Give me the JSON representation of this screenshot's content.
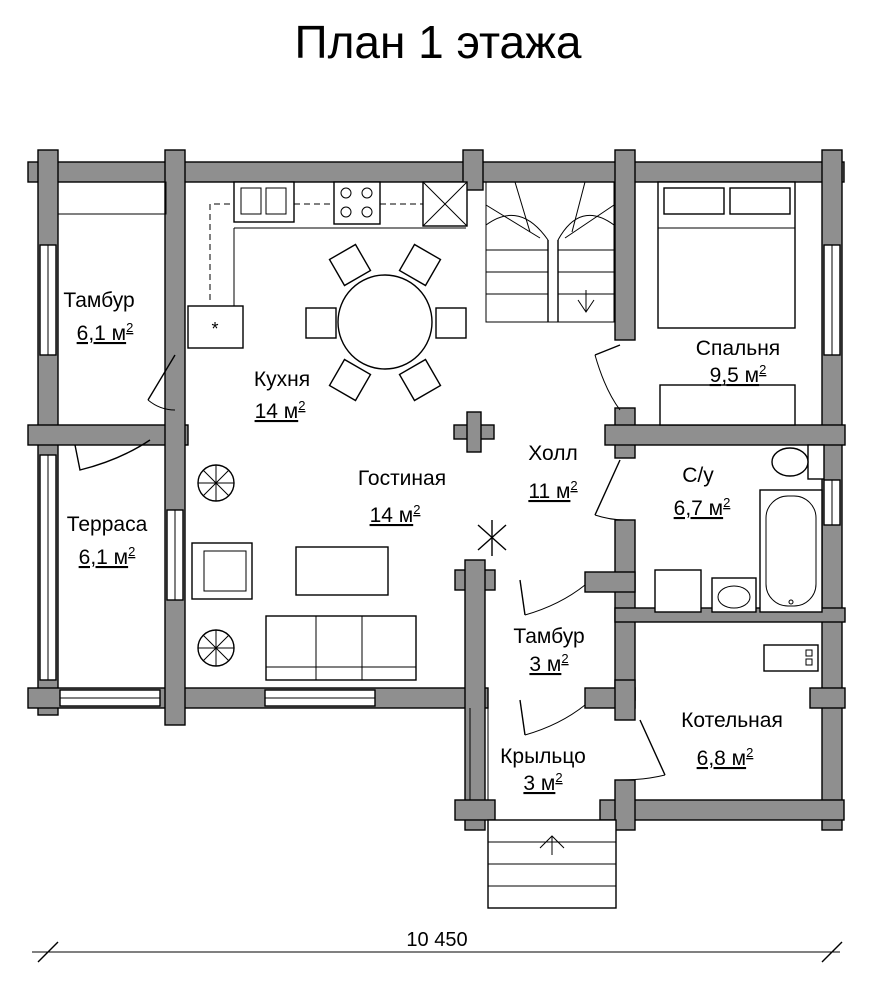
{
  "title": "План 1 этажа",
  "rooms": [
    {
      "name": "Тамбур",
      "area": "6,1 м",
      "sup": "2"
    },
    {
      "name": "Кухня",
      "area": "14 м",
      "sup": "2"
    },
    {
      "name": "Гостиная",
      "area": "14 м",
      "sup": "2"
    },
    {
      "name": "Холл",
      "area": "11 м",
      "sup": "2"
    },
    {
      "name": "Спальня",
      "area": "9,5 м",
      "sup": "2"
    },
    {
      "name": "С/у",
      "area": "6,7 м",
      "sup": "2"
    },
    {
      "name": "Терраса",
      "area": "6,1 м",
      "sup": "2"
    },
    {
      "name": "Тамбур",
      "area": "3 м",
      "sup": "2"
    },
    {
      "name": "Котельная",
      "area": "6,8 м",
      "sup": "2"
    },
    {
      "name": "Крыльцо",
      "area": "3 м",
      "sup": "2"
    }
  ],
  "dimension": {
    "label": "10 450"
  },
  "colors": {
    "wall": "#8f8f8f",
    "line": "#000000",
    "background": "#ffffff"
  }
}
